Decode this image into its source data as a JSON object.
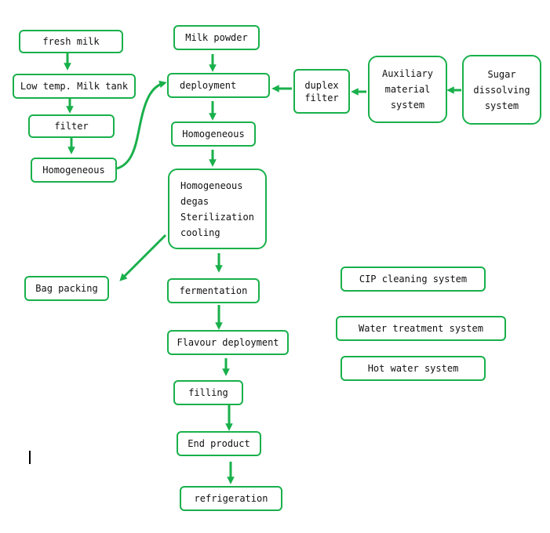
{
  "nodes": {
    "fresh_milk": "fresh milk",
    "low_temp_milk_tank": "Low temp. Milk tank",
    "filter": "filter",
    "homogeneous_left": "Homogeneous",
    "milk_powder": "Milk powder",
    "deployment": "deployment",
    "duplex_filter": "duplex\nfilter",
    "auxiliary_material_system": "Auxiliary\nmaterial\nsystem",
    "sugar_dissolving_system": "Sugar\ndissolving\nsystem",
    "homogeneous_center": "Homogeneous",
    "homogeneous_degas_sterilization_cooling": "Homogeneous\ndegas\nSterilization\ncooling",
    "bag_packing": "Bag packing",
    "fermentation": "fermentation",
    "flavour_deployment": "Flavour deployment",
    "filling": "filling",
    "end_product": "End product",
    "refrigeration": "refrigeration",
    "cip_cleaning_system": "CIP cleaning system",
    "water_treatment_system": "Water treatment system",
    "hot_water_system": "Hot water system"
  },
  "colors": {
    "accent": "#19b04b",
    "text": "#111111",
    "background": "#ffffff"
  }
}
